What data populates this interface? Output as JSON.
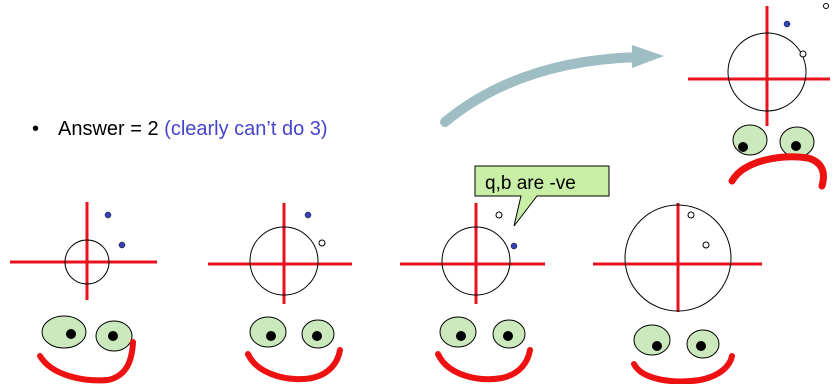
{
  "answer": {
    "bullet": "•",
    "text": "Answer = 2",
    "aside": "(clearly can’t do 3)"
  },
  "callout": {
    "text": "q,b are -ve"
  },
  "colors": {
    "axes": "#e8121c",
    "mouth": "#ee1111",
    "eye_fill": "#cce9be",
    "filled_dot": "#3344bb",
    "arrow": "#9fbec4",
    "callout_fill": "#c9efa6",
    "aside_text": "#4444cc"
  },
  "panels": [
    {
      "name": "panel-1",
      "mood": "happy",
      "dots": [
        "filled",
        "filled"
      ]
    },
    {
      "name": "panel-2",
      "mood": "happy",
      "dots": [
        "filled",
        "hollow"
      ]
    },
    {
      "name": "panel-3",
      "mood": "happy",
      "dots": [
        "hollow",
        "filled"
      ]
    },
    {
      "name": "panel-4",
      "mood": "happy",
      "dots": [
        "hollow",
        "hollow"
      ]
    },
    {
      "name": "panel-5",
      "mood": "sad",
      "dots": [
        "hollow",
        "filled",
        "hollow"
      ]
    }
  ]
}
